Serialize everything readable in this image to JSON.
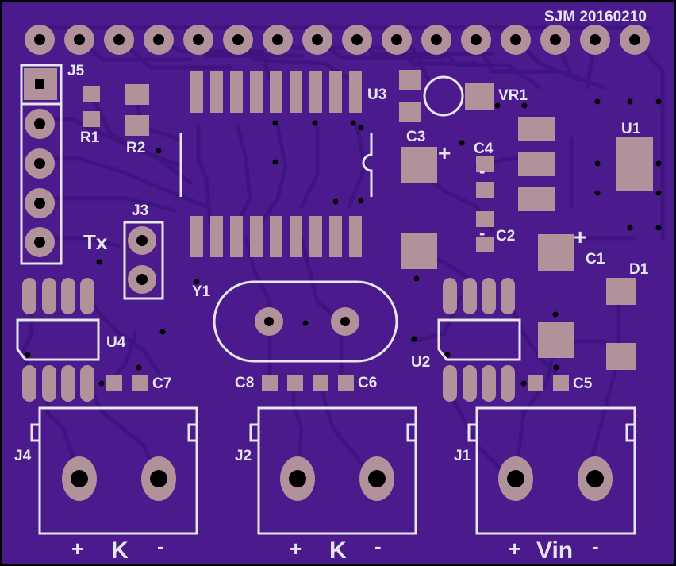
{
  "board": {
    "title": "SJM 20160210",
    "colors": {
      "background": "#000000",
      "board": "#4b1a8c",
      "trace": "#3e1480",
      "pad": "#b1929a",
      "silkscreen": "#e6e6f0",
      "drill": "#000000"
    }
  },
  "labels": {
    "j5": "J5",
    "r1": "R1",
    "r2": "R2",
    "u3": "U3",
    "vr1": "VR1",
    "c3": "C3",
    "c4": "C4",
    "c3_plus": "+",
    "c2": "C2",
    "c2_minus": "-",
    "c4_minus": "-",
    "u1": "U1",
    "c1": "C1",
    "c1_plus": "+",
    "d1": "D1",
    "j3": "J3",
    "tx": "Tx",
    "y1": "Y1",
    "u4": "U4",
    "u2": "U2",
    "c7": "C7",
    "c8": "C8",
    "c6": "C6",
    "c5": "C5",
    "j4": "J4",
    "j2": "J2",
    "j1": "J1"
  },
  "connectors": {
    "j4": {
      "plus": "+",
      "name": "K",
      "minus": "-"
    },
    "j2": {
      "plus": "+",
      "name": "K",
      "minus": "-"
    },
    "j1": {
      "plus": "+",
      "name": "Vin",
      "minus": "-"
    }
  }
}
